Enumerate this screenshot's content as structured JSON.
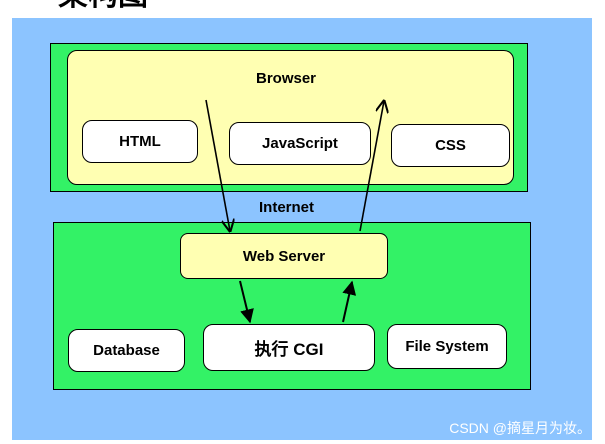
{
  "title": "架构图",
  "browser": {
    "label": "Browser",
    "items": [
      "HTML",
      "JavaScript",
      "CSS"
    ]
  },
  "internet_label": "Internet",
  "server": {
    "web_server_label": "Web Server",
    "items": [
      "Database",
      "执行 CGI",
      "File System"
    ]
  },
  "watermark": "CSDN @摘星月为妆。",
  "colors": {
    "canvas_bg": "#8cc4ff",
    "outer_box": "#33f266",
    "browser_inner": "#ffffb2",
    "component_box": "#ffffff"
  }
}
